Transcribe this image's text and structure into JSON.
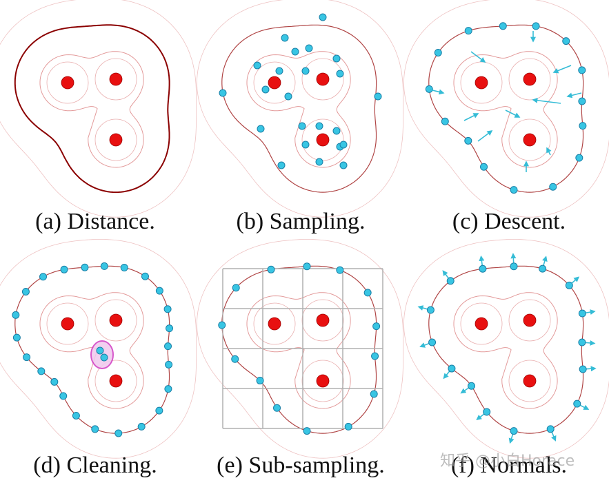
{
  "figure": {
    "panels": [
      {
        "id": "a",
        "caption": "(a) Distance.",
        "pattern": "distance"
      },
      {
        "id": "b",
        "caption": "(b) Sampling.",
        "pattern": "sampling"
      },
      {
        "id": "c",
        "caption": "(c) Descent.",
        "pattern": "descent"
      },
      {
        "id": "d",
        "caption": "(d) Cleaning.",
        "pattern": "cleaning"
      },
      {
        "id": "e",
        "caption": "(e) Sub-sampling.",
        "pattern": "subsampling"
      },
      {
        "id": "f",
        "caption": "(f) Normals.",
        "pattern": "normals"
      }
    ],
    "watermark": "知乎 @小白Horace",
    "colors": {
      "center_points": "#e81010",
      "samples": "#38c5e3",
      "sample_outline": "#1a7fa6",
      "level_set": "#b04545",
      "distance_contour_dark": "#8b0000",
      "distance_contour_light": "#e39a9a",
      "arrows": "#35bcd6",
      "grid": "#b0b0b0",
      "cleaning_highlight": "#d13cc3"
    }
  }
}
